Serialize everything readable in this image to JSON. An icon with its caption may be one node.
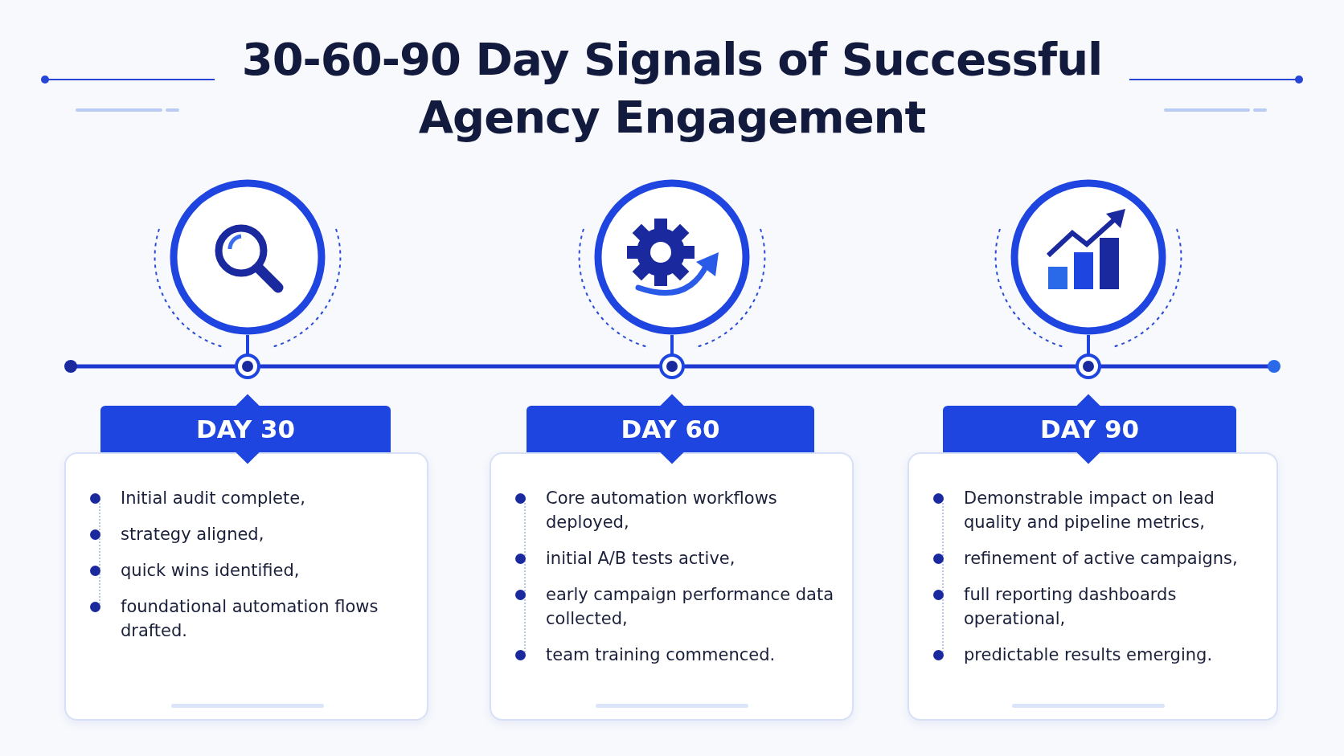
{
  "diagram": {
    "title": "30-60-90 Day Signals of Successful Agency Engagement",
    "nodes": [
      {
        "text": [
          "DAY 30",
          "Initial audit complete,",
          "strategy aligned,",
          "quick wins identified,",
          "foundational automation flows drafted."
        ]
      },
      {
        "text": [
          "DAY 60",
          "Core automation workflows deployed,",
          "initial A/B tests active,",
          "early campaign performance data collected,",
          "team training commenced."
        ]
      },
      {
        "text": [
          "DAY 90",
          "Demonstrable impact on lead quality and pipeline metrics,",
          "refinement of active campaigns,",
          "full reporting dashboards operational,",
          "predictable results emerging."
        ]
      }
    ],
    "edges": []
  }
}
